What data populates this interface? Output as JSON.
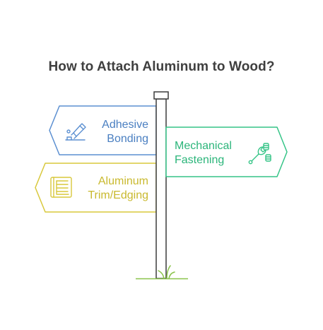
{
  "title": "How to Attach Aluminum to Wood?",
  "signs": {
    "adhesive": {
      "line1": "Adhesive",
      "line2": "Bonding",
      "icon": "glue-tube-icon",
      "color": "#5b8fd1"
    },
    "mechanical": {
      "line1": "Mechanical",
      "line2": "Fastening",
      "icon": "wrench-bolts-icon",
      "color": "#35c487"
    },
    "trim": {
      "line1": "Aluminum",
      "line2": "Trim/Edging",
      "icon": "wood-trim-icon",
      "color": "#d8c83c"
    }
  },
  "post": {
    "color": "#3b3b3b"
  },
  "ground": {
    "color": "#8ac34a"
  }
}
